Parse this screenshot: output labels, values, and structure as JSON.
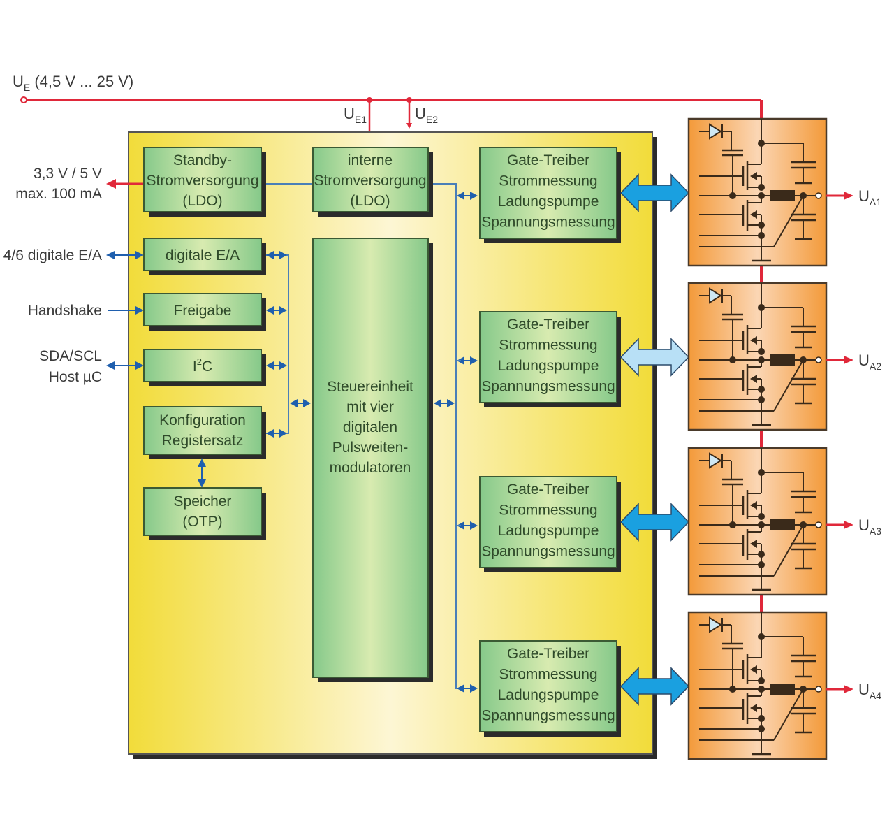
{
  "colors": {
    "supply_red": "#e0283a",
    "bus_blue": "#1f5fae",
    "bus_arrow": "#1f5fae",
    "wide_arrow_dark": "#1aa0e0",
    "wide_arrow_light": "#b8e0f6",
    "chip_yellow": "#f2dc3a",
    "chip_light": "#fdf6d4",
    "block_green": "#86c98a",
    "block_light": "#d8ebb0",
    "module_orange": "#f39a3a",
    "module_light": "#fbd6b4",
    "shadow": "#2b2b2b",
    "text": "#3a3a3a",
    "block_text": "#2f4a2a"
  },
  "supply": {
    "main_label": "U",
    "main_sub": "E",
    "main_range": " (4,5 V ... 25 V)",
    "tap1_label": "U",
    "tap1_sub": "E1",
    "tap2_label": "U",
    "tap2_sub": "E2"
  },
  "external_signals": [
    {
      "id": "standby-out",
      "lines": [
        "3,3 V / 5 V",
        "max. 100 mA"
      ],
      "direction": "out"
    },
    {
      "id": "digital-io",
      "lines": [
        "4/6 digitale E/A"
      ],
      "direction": "bidirectional"
    },
    {
      "id": "handshake",
      "lines": [
        "Handshake"
      ],
      "direction": "in"
    },
    {
      "id": "i2c-host",
      "lines": [
        "SDA/SCL",
        "Host µC"
      ],
      "direction": "bidirectional"
    }
  ],
  "blocks": {
    "standby": [
      "Standby-",
      "Stromversorgung",
      "(LDO)"
    ],
    "internal_supply": [
      "interne",
      "Stromversorgung",
      "(LDO)"
    ],
    "digital_io": [
      "digitale E/A"
    ],
    "enable": [
      "Freigabe"
    ],
    "i2c": {
      "base": "I",
      "sup": "2",
      "tail": "C"
    },
    "config": [
      "Konfiguration",
      "Registersatz"
    ],
    "memory": [
      "Speicher",
      "(OTP)"
    ],
    "control_unit": [
      "Steuereinheit",
      "mit vier",
      "digitalen",
      "Pulsweiten-",
      "modulatoren"
    ]
  },
  "gate_drivers": [
    {
      "lines": [
        "Gate-Treiber",
        "Strommessung",
        "Ladungspumpe",
        "Spannungsmessung"
      ],
      "link_style": "dark"
    },
    {
      "lines": [
        "Gate-Treiber",
        "Strommessung",
        "Ladungspumpe",
        "Spannungsmessung"
      ],
      "link_style": "light"
    },
    {
      "lines": [
        "Gate-Treiber",
        "Strommessung",
        "Ladungspumpe",
        "Spannungsmessung"
      ],
      "link_style": "dark"
    },
    {
      "lines": [
        "Gate-Treiber",
        "Strommessung",
        "Ladungspumpe",
        "Spannungsmessung"
      ],
      "link_style": "dark"
    }
  ],
  "outputs": [
    {
      "label": "U",
      "sub": "A1"
    },
    {
      "label": "U",
      "sub": "A2"
    },
    {
      "label": "U",
      "sub": "A3"
    },
    {
      "label": "U",
      "sub": "A4"
    }
  ]
}
